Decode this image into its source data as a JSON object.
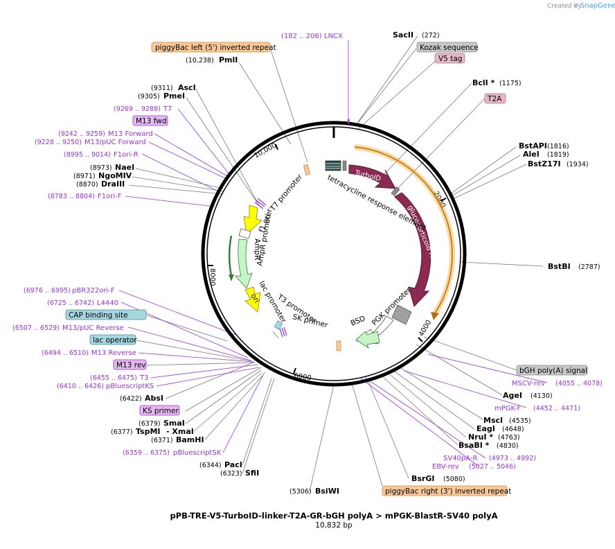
{
  "credit": {
    "created_by": "Created by",
    "brand": "SnapGene"
  },
  "title": "pPB-TRE-V5-TurboID-linker-T2A-GR-bGH polyA > mPGK-BlastR-SV40 polyA",
  "subtitle": "10,832 bp",
  "ruler_ticks": [
    "10,000",
    "2000",
    "4000",
    "6000",
    "8000"
  ],
  "boxed_labels": [
    {
      "text": "piggyBac left (5') inverted repeat",
      "fill": "#f9c896",
      "stroke": "#c88a4a"
    },
    {
      "text": "Kozak sequence",
      "fill": "#c8c8c8",
      "stroke": "#888888"
    },
    {
      "text": "V5 tag",
      "fill": "#e6b8c6",
      "stroke": "#a8788a"
    },
    {
      "text": "T2A",
      "fill": "#e6b8c6",
      "stroke": "#a8788a"
    },
    {
      "text": "M13 fwd",
      "fill": "#e4b8f0",
      "stroke": "#9b30d9"
    },
    {
      "text": "CAP binding site",
      "fill": "#a6d6e0",
      "stroke": "#4a8a9a"
    },
    {
      "text": "lac operator",
      "fill": "#a6d6e0",
      "stroke": "#4a8a9a"
    },
    {
      "text": "M13 rev",
      "fill": "#e4b8f0",
      "stroke": "#9b30d9"
    },
    {
      "text": "KS primer",
      "fill": "#e4b8f0",
      "stroke": "#9b30d9"
    },
    {
      "text": "bGH poly(A) signal",
      "fill": "#c8c8c8",
      "stroke": "#888888"
    },
    {
      "text": "piggyBac right (3') inverted repeat",
      "fill": "#f9c896",
      "stroke": "#c88a4a"
    }
  ],
  "sites": [
    {
      "name": "SacII",
      "pos": "(272)"
    },
    {
      "name": "PmlI",
      "pos": "(10,238)"
    },
    {
      "name": "AscI",
      "pos": "(9311)"
    },
    {
      "name": "PmeI",
      "pos": "(9305)"
    },
    {
      "name": "BclI *",
      "pos": "(1175)"
    },
    {
      "name": "BstAPI",
      "pos": "(1816)"
    },
    {
      "name": "AleI",
      "pos": "(1819)"
    },
    {
      "name": "BstZ17I",
      "pos": "(1934)"
    },
    {
      "name": "NaeI",
      "pos": "(8973)"
    },
    {
      "name": "NgoMIV",
      "pos": "(8971)"
    },
    {
      "name": "DraIII",
      "pos": "(8870)"
    },
    {
      "name": "BstBI",
      "pos": "(2787)"
    },
    {
      "name": "AbsI",
      "pos": "(6422)"
    },
    {
      "name": "AgeI",
      "pos": "(4130)"
    },
    {
      "name": "SmaI",
      "pos": "(6379)"
    },
    {
      "name": "TspMI",
      "pos": "(6377)"
    },
    {
      "name": "- XmaI",
      "pos": ""
    },
    {
      "name": "BamHI",
      "pos": "(6371)"
    },
    {
      "name": "MscI",
      "pos": "(4535)"
    },
    {
      "name": "EagI",
      "pos": "(4648)"
    },
    {
      "name": "NruI *",
      "pos": "(4763)"
    },
    {
      "name": "BsaBI *",
      "pos": "(4830)"
    },
    {
      "name": "PacI",
      "pos": "(6344)"
    },
    {
      "name": "SfiI",
      "pos": "(6323)"
    },
    {
      "name": "BsrGI",
      "pos": "(5080)"
    },
    {
      "name": "BsiWI",
      "pos": "(5306)"
    }
  ],
  "primers": [
    {
      "name": "LNCX",
      "pos": "(182 .. 206)"
    },
    {
      "name": "T7",
      "pos": "(9269 .. 9288)"
    },
    {
      "name": "M13 Forward",
      "pos": "(9242 .. 9259)"
    },
    {
      "name": "M13/pUC Forward",
      "pos": "(9228 .. 9250)"
    },
    {
      "name": "F1ori-R",
      "pos": "(8995 .. 9014)"
    },
    {
      "name": "F1ori-F",
      "pos": "(8783 .. 8804)"
    },
    {
      "name": "pBR322ori-F",
      "pos": "(6976 .. 6995)"
    },
    {
      "name": "L4440",
      "pos": "(6725 .. 6742)"
    },
    {
      "name": "M13/pUC Reverse",
      "pos": "(6507 .. 6529)"
    },
    {
      "name": "M13 Reverse",
      "pos": "(6494 .. 6510)"
    },
    {
      "name": "T3",
      "pos": "(6455 .. 6475)"
    },
    {
      "name": "pBluescriptKS",
      "pos": "(6410 .. 6426)"
    },
    {
      "name": "pBluescriptSK",
      "pos": "(6359 .. 6375)"
    },
    {
      "name": "MSCV-rev",
      "pos": "(4055 .. 4078)"
    },
    {
      "name": "mPGK-F",
      "pos": "(4452 .. 4471)"
    },
    {
      "name": "SV40pA-R",
      "pos": "(4973 .. 4992)"
    },
    {
      "name": "EBV-rev",
      "pos": "(5027 .. 5046)"
    }
  ],
  "features": [
    {
      "name": "TurboID",
      "color": "#8b2a52"
    },
    {
      "name": "glucocorticoid receptor",
      "color": "#8b2a52"
    },
    {
      "name": "tetracycline response element",
      "color": "#2f4f4f"
    },
    {
      "name": "PGK promoter",
      "color": "#a0a0a0"
    },
    {
      "name": "BSD",
      "color": "#c6f5c6"
    },
    {
      "name": "T7 promoter",
      "color": "#ffffff"
    },
    {
      "name": "f1 ori",
      "color": "#ffff00"
    },
    {
      "name": "AmpR promoter",
      "color": "#ffffff"
    },
    {
      "name": "AmpR",
      "color": "#c6f5c6"
    },
    {
      "name": "lac promoter",
      "color": "#ffffff"
    },
    {
      "name": "ori",
      "color": "#ffff00"
    },
    {
      "name": "T3 promoter",
      "color": "#ffffff"
    },
    {
      "name": "SK primer",
      "color": "#ffffff"
    }
  ],
  "colors": {
    "primer": "#9b30d9",
    "backbone": "#000000",
    "orf_highlight": "#f5a623"
  }
}
